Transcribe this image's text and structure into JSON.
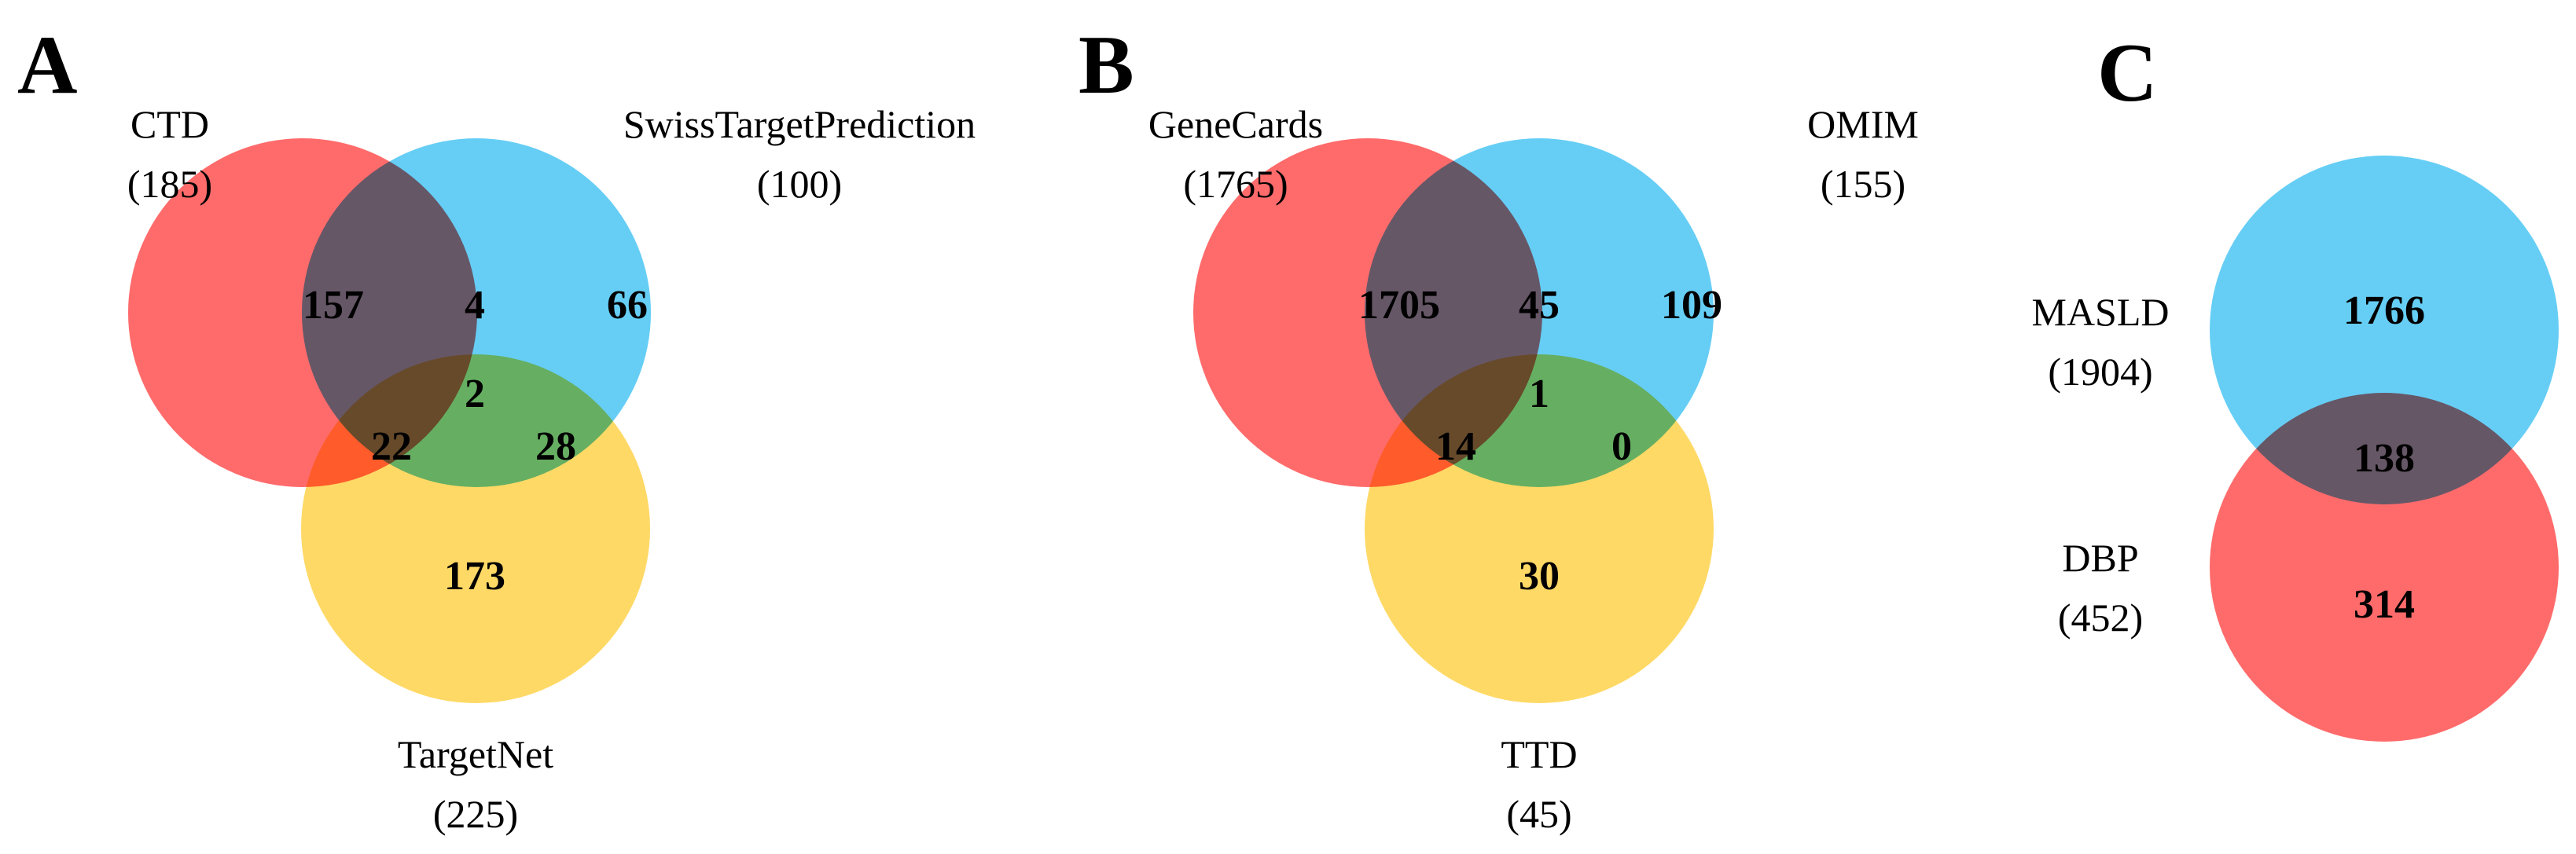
{
  "colors": {
    "red": "#ff6b6b",
    "blue": "#66cef5",
    "yellow": "#ffd966"
  },
  "panels": {
    "a": {
      "letter": "A",
      "sets": {
        "top_left": {
          "name": "CTD",
          "total": "(185)"
        },
        "top_right": {
          "name": "SwissTargetPrediction",
          "total": "(100)"
        },
        "bottom": {
          "name": "TargetNet",
          "total": "(225)"
        }
      },
      "counts": {
        "left_only": "157",
        "left_right": "4",
        "right_only": "66",
        "all_three": "2",
        "left_bottom": "22",
        "right_bottom": "28",
        "bottom_only": "173"
      }
    },
    "b": {
      "letter": "B",
      "sets": {
        "top_left": {
          "name": "GeneCards",
          "total": "(1765)"
        },
        "top_right": {
          "name": "OMIM",
          "total": "(155)"
        },
        "bottom": {
          "name": "TTD",
          "total": "(45)"
        }
      },
      "counts": {
        "left_only": "1705",
        "left_right": "45",
        "right_only": "109",
        "all_three": "1",
        "left_bottom": "14",
        "right_bottom": "0",
        "bottom_only": "30"
      }
    },
    "c": {
      "letter": "C",
      "sets": {
        "top": {
          "name": "MASLD",
          "total": "(1904)"
        },
        "bottom": {
          "name": "DBP",
          "total": "(452)"
        }
      },
      "counts": {
        "top_only": "1766",
        "overlap": "138",
        "bottom_only": "314"
      }
    }
  }
}
